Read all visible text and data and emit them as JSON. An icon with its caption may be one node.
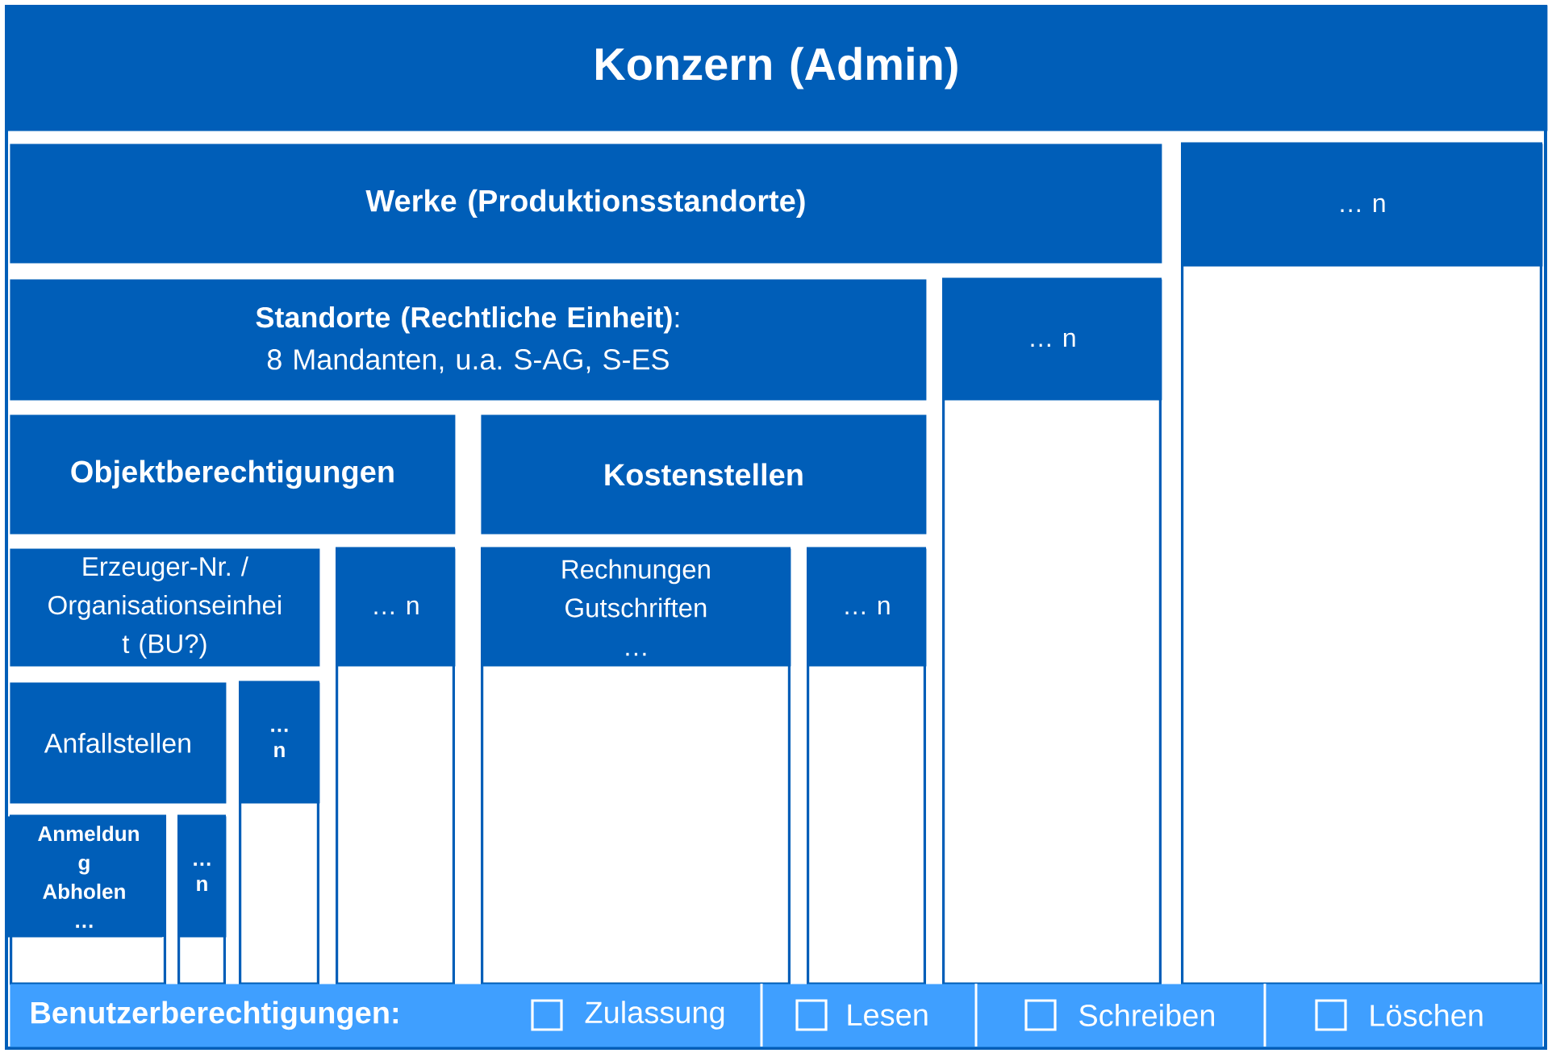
{
  "diagram": {
    "nodes": [
      {
        "text": [
          "Konzern (Admin)"
        ]
      },
      {
        "text": [
          "Werke (Produktionsstandorte)"
        ],
        "in": 0
      },
      {
        "text": [
          "… n"
        ],
        "in": 0
      },
      {
        "text": [
          "**Standorte (Rechtliche Einheit)**:",
          "8 Mandanten, u.a. S-AG, S-ES"
        ],
        "in": 0
      },
      {
        "text": [
          "… n"
        ],
        "in": 0
      },
      {
        "text": [
          "Objektberechtigungen"
        ],
        "in": 0
      },
      {
        "text": [
          "Kostenstellen"
        ],
        "in": 0
      },
      {
        "text": [
          "Erzeuger-Nr. / Organisationseinhei t (BU?)"
        ],
        "in": 0
      },
      {
        "text": [
          "… n"
        ],
        "in": 0
      },
      {
        "text": [
          "Rechnungen Gutschriften …"
        ],
        "in": 0
      },
      {
        "text": [
          "… n"
        ],
        "in": 0
      },
      {
        "text": [
          "Anfallstellen"
        ],
        "in": 0
      },
      {
        "text": [
          "… n"
        ],
        "in": 0
      },
      {
        "text": [
          "Anmeldun g Abholen …"
        ],
        "in": 0
      },
      {
        "text": [
          "… n"
        ],
        "in": 0
      },
      {
        "text": [
          "Benutzerberechtigungen:",
          "Zulassung",
          "Lesen",
          "Schreiben",
          "Löschen"
        ],
        "in": 0
      }
    ]
  }
}
